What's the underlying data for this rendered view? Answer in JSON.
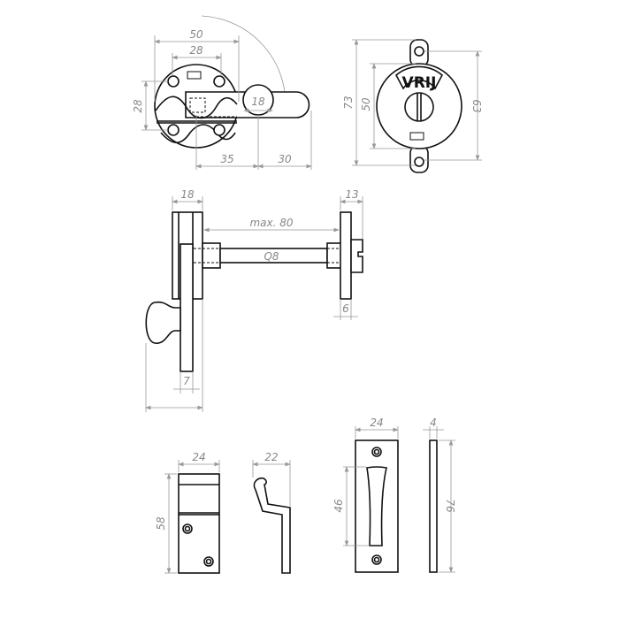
{
  "front_view": {
    "dim_outer": "50",
    "dim_holes": "28",
    "dim_vertical": "28",
    "dim_knob": "18",
    "dim_left": "35",
    "dim_right": "30"
  },
  "indicator_view": {
    "label": "VRIJ",
    "dim_total": "73",
    "dim_diameter": "50",
    "dim_holes": "63"
  },
  "side_view": {
    "dim_left": "18",
    "dim_right": "13",
    "dim_max": "max. 80",
    "rod": "Q8",
    "dim_plate": "6",
    "dim_bolt": "7"
  },
  "keeper": {
    "dim_width": "24",
    "dim_height": "58"
  },
  "hook": {
    "dim_width": "22"
  },
  "strike_plate": {
    "dim_width": "24",
    "dim_slot": "46",
    "dim_thickness": "4",
    "dim_height": "76"
  }
}
